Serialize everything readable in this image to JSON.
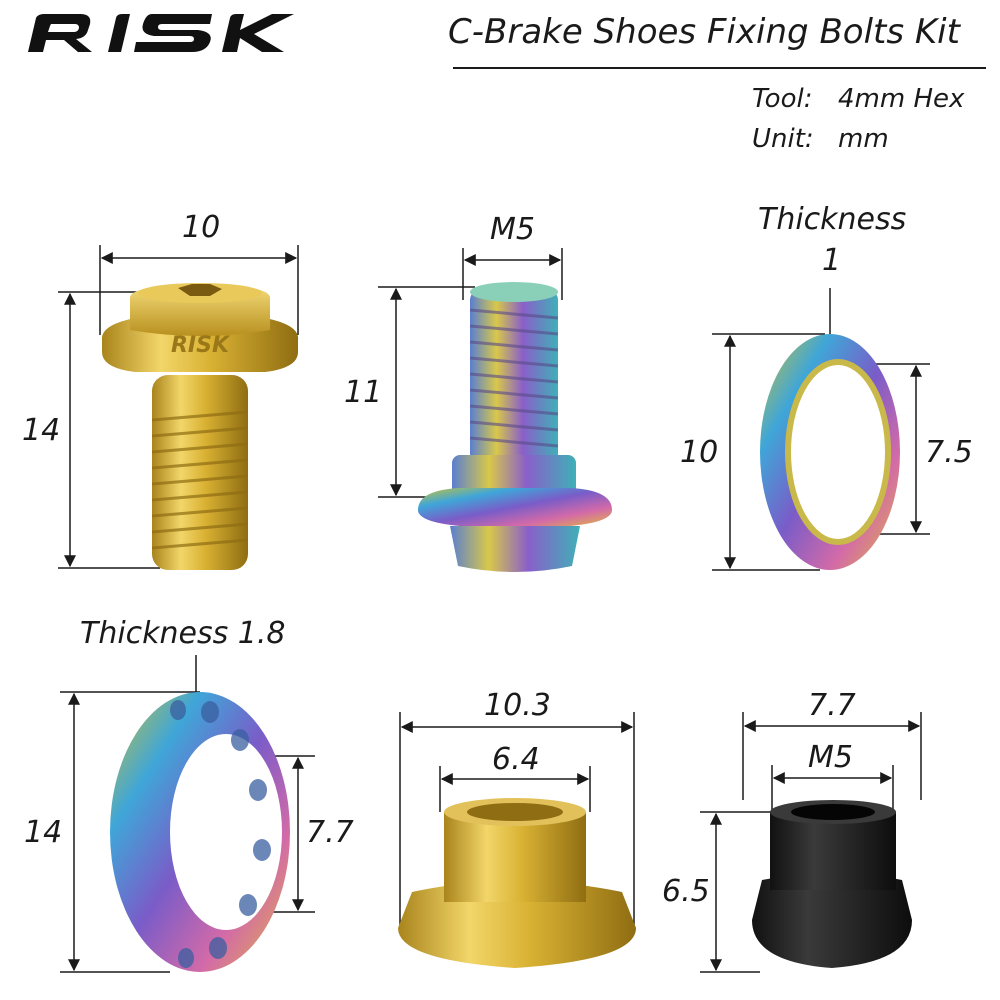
{
  "brand": {
    "logo_text": "RISK",
    "color": "#111111"
  },
  "header": {
    "title": "C-Brake Shoes Fixing Bolts Kit",
    "tool_label": "Tool:",
    "tool_value": "4mm Hex",
    "unit_label": "Unit:",
    "unit_value": "mm"
  },
  "parts": {
    "bolt_gold": {
      "width": "10",
      "height": "14",
      "head_text": "RISK"
    },
    "bolt_rainbow": {
      "thread": "M5",
      "length": "11"
    },
    "washer_thin": {
      "thickness_label": "Thickness",
      "thickness": "1",
      "outer": "10",
      "inner": "7.5"
    },
    "washer_holed": {
      "thickness_label": "Thickness 1.8",
      "outer": "14",
      "inner": "7.7"
    },
    "nut_gold": {
      "outer": "10.3",
      "inner": "6.4"
    },
    "nut_black": {
      "outer": "7.7",
      "thread": "M5",
      "height": "6.5"
    }
  },
  "colors": {
    "gold": "#d9b233",
    "rainbow_a": "#7a5cc8",
    "rainbow_b": "#3fa6d8",
    "rainbow_c": "#c9c23a",
    "black_nut": "#1c1c1c"
  }
}
